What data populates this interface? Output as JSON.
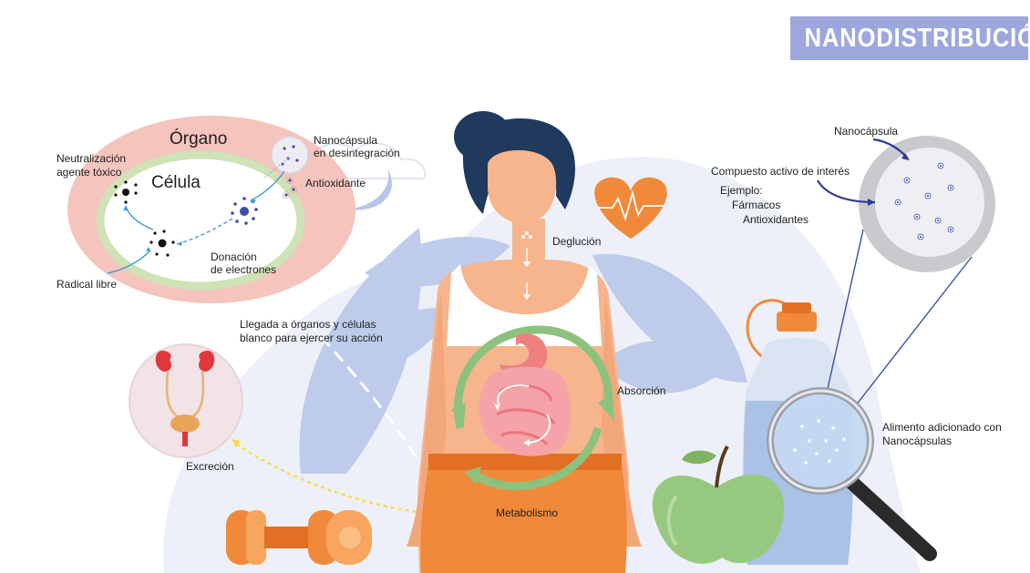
{
  "title": "NANODISTRIBUCIÓN",
  "labels": {
    "organo": "Órgano",
    "celula": "Célula",
    "neutralizacion_1": "Neutralización",
    "neutralizacion_2": "agente tóxico",
    "nanocapsula_desint_1": "Nanocápsula",
    "nanocapsula_desint_2": "en desintegración",
    "antioxidante": "Antioxidante",
    "donacion_1": "Donación",
    "donacion_2": "de electrones",
    "radical_libre": "Radical libre",
    "llegada_1": "Llegada a órganos  y células",
    "llegada_2": "blanco para ejercer su acción",
    "excrecion": "Excreción",
    "deglucion": "Deglución",
    "absorcion": "Absorción",
    "metabolismo": "Metabolismo",
    "nanocapsula": "Nanocápsula",
    "compuesto": "Compuesto activo de interés",
    "ejemplo": "Ejemplo:",
    "farmacos": "Fármacos",
    "antioxidantes": "Antioxidantes",
    "alimento_1": "Alimento adicionado con",
    "alimento_2": "Nanocápsulas"
  },
  "colors": {
    "title_bg": "#9ea7dc",
    "organ": "#f4c4bd",
    "cell_ring": "#cfe3b6",
    "skin": "#f6b58c",
    "hair": "#1f3a5c",
    "orange": "#f08a3a",
    "green": "#8cc27e",
    "leaf": "#b7c6e9",
    "arrow_blue": "#3a9ad9",
    "arrow_yellow": "#f5dc3c"
  }
}
